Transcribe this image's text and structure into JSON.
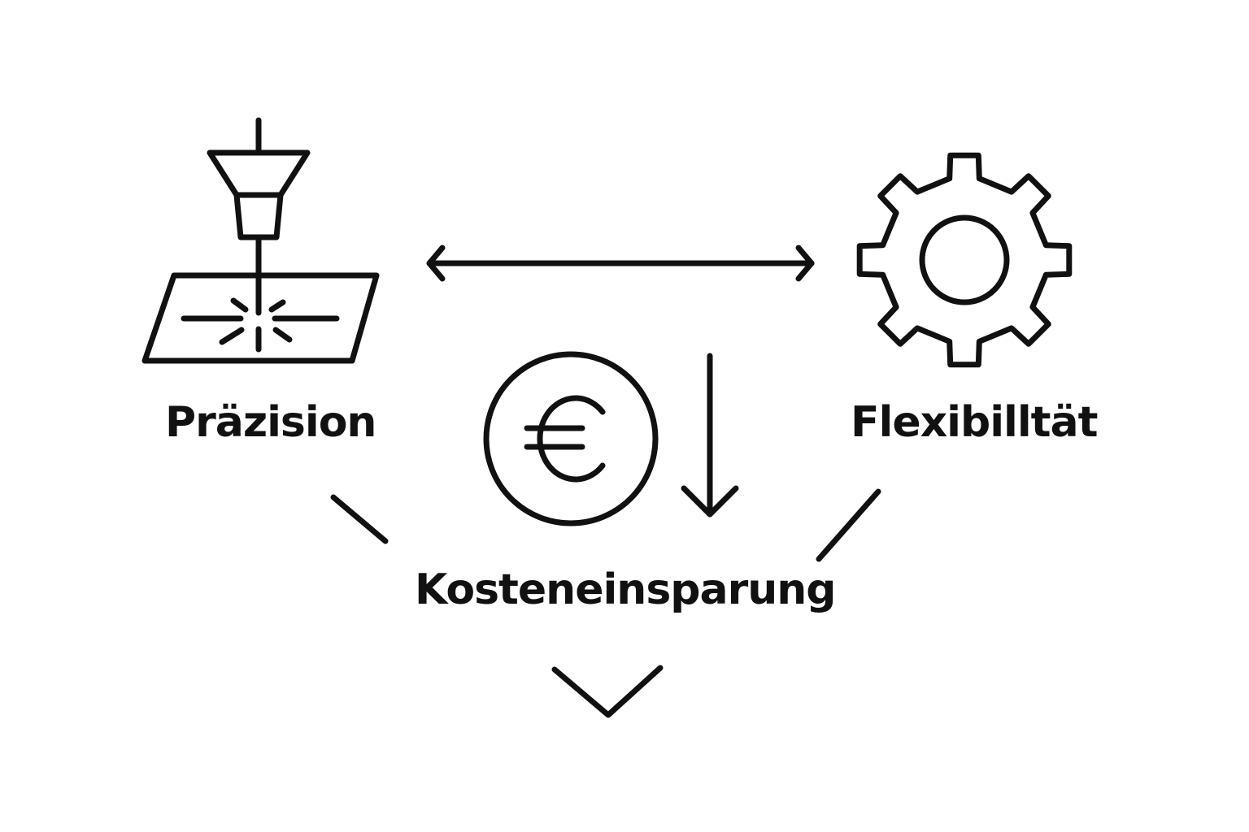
{
  "diagram": {
    "nodes": {
      "precision": {
        "label": "Präzision",
        "icon": "laser-cutter-icon"
      },
      "flexibility": {
        "label": "Flexibilltät",
        "icon": "gear-icon"
      },
      "savings": {
        "label": "Kosteneinsparung",
        "icon": "euro-coin-icon"
      }
    },
    "connectors": [
      {
        "from": "precision",
        "to": "flexibility",
        "style": "double-headed-arrow"
      },
      {
        "to": "savings",
        "style": "down-arrow"
      },
      {
        "from": "precision",
        "to": "savings",
        "style": "line"
      },
      {
        "from": "flexibility",
        "to": "savings",
        "style": "line"
      },
      {
        "from": "savings",
        "style": "chevron-down"
      }
    ]
  },
  "colors": {
    "stroke": "#111111",
    "background": "#ffffff"
  }
}
